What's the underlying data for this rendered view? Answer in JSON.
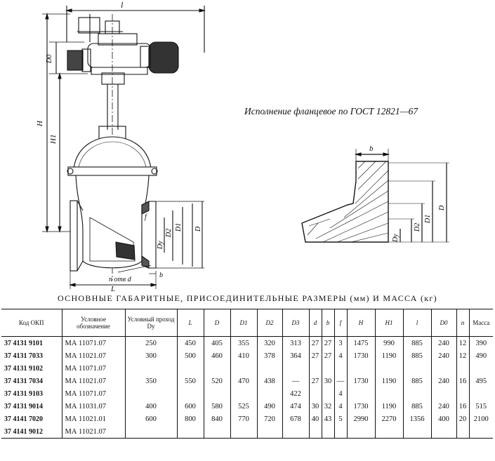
{
  "caption": "Исполнение фланцевое по ГОСТ 12821—67",
  "drawing_labels": {
    "l": "l",
    "L": "L",
    "D0": "D0",
    "H": "H",
    "H1": "H1",
    "f": "f",
    "Dy": "Dy",
    "D2": "D2",
    "D1": "D1",
    "D": "D",
    "holes": "n отв d",
    "b": "b",
    "flange_b": "b",
    "flange_D": "D",
    "flange_D1": "D1",
    "flange_D2": "D2",
    "flange_Dy": "Dy"
  },
  "table_title": "ОСНОВНЫЕ ГАБАРИТНЫЕ, ПРИСОЕДИНИТЕЛЬНЫЕ РАЗМЕРЫ (мм) И МАССА (кг)",
  "table": {
    "headers": [
      "Код ОКП",
      "Условное обозначение",
      "Условный проход Dy",
      "L",
      "D",
      "D1",
      "D2",
      "D3",
      "d",
      "b",
      "f",
      "H",
      "H1",
      "l",
      "D0",
      "n",
      "Масса"
    ],
    "rows": [
      [
        "37 4131 9101",
        "МА 11071.07",
        "250",
        "450",
        "405",
        "355",
        "320",
        "313",
        "27",
        "27",
        "3",
        "1475",
        "990",
        "885",
        "240",
        "12",
        "390"
      ],
      [
        "37 4131 7033",
        "МА 11021.07",
        "300",
        "500",
        "460",
        "410",
        "378",
        "364",
        "27",
        "27",
        "4",
        "1730",
        "1190",
        "885",
        "240",
        "12",
        "490"
      ],
      [
        "37 4131 9102",
        "МА 11071.07",
        "",
        "",
        "",
        "",
        "",
        "",
        "",
        "",
        "",
        "",
        "",
        "",
        "",
        "",
        ""
      ],
      [
        "37 4131 7034",
        "МА 11021.07",
        "350",
        "550",
        "520",
        "470",
        "438",
        "—",
        "27",
        "30",
        "—",
        "1730",
        "1190",
        "885",
        "240",
        "16",
        "495"
      ],
      [
        "37 4131 9103",
        "МА 11071.07",
        "",
        "",
        "",
        "",
        "",
        "422",
        "",
        "",
        "4",
        "",
        "",
        "",
        "",
        "",
        ""
      ],
      [
        "37 4131 9014",
        "МА 11031.07",
        "400",
        "600",
        "580",
        "525",
        "490",
        "474",
        "30",
        "32",
        "4",
        "1730",
        "1190",
        "885",
        "240",
        "16",
        "515"
      ],
      [
        "37 4141 7020",
        "МА 11021.01",
        "600",
        "800",
        "840",
        "770",
        "720",
        "678",
        "40",
        "43",
        "5",
        "2990",
        "2270",
        "1356",
        "400",
        "20",
        "2100"
      ],
      [
        "37 4141 9012",
        "МА 11021.07",
        "",
        "",
        "",
        "",
        "",
        "",
        "",
        "",
        "",
        "",
        "",
        "",
        "",
        "",
        ""
      ]
    ]
  }
}
